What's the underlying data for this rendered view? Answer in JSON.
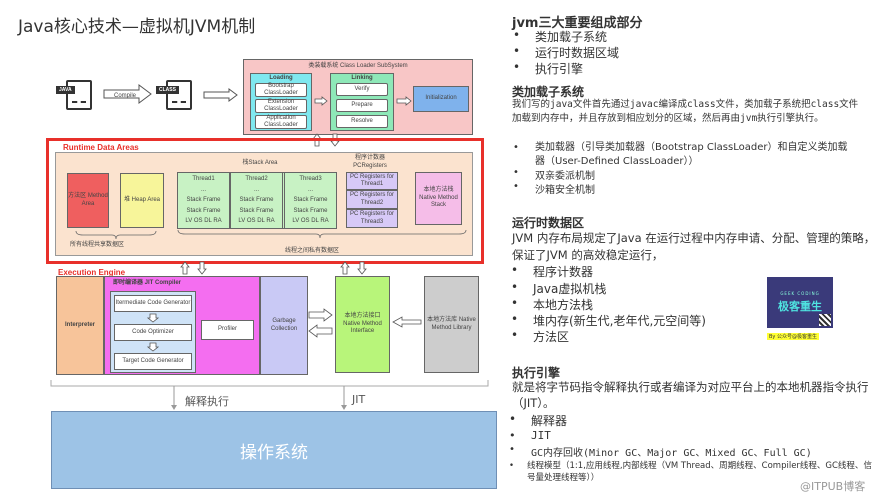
{
  "title": "Java核心技术—虚拟机JVM机制",
  "diagram": {
    "compile_flow": {
      "java_file_tag": "JAVA",
      "compile_label": "Compile",
      "class_file_tag": "CLASS"
    },
    "class_loader": {
      "title": "类装载系统 Class Loader SubSystem",
      "loading_title": "Loading",
      "loading_items": [
        "Bootstrap ClassLoader",
        "Extension ClassLoader",
        "Application ClassLoader"
      ],
      "linking_title": "Linking",
      "linking_items": [
        "Verify",
        "Prepare",
        "Resolve"
      ],
      "initialization": "Initialization"
    },
    "runtime": {
      "title": "Runtime Data Areas",
      "method_area": "方法区 Method Area",
      "heap": "堆 Heap Area",
      "shared_label": "所有线程共享数据区",
      "stack_area_title": "栈Stack Area",
      "threads": [
        {
          "name": "Thread1",
          "dots": "...",
          "frames": [
            "Stack Frame",
            "Stack Frame"
          ],
          "locals": "LV OS DL RA"
        },
        {
          "name": "Thread2",
          "dots": "...",
          "frames": [
            "Stack Frame",
            "Stack Frame"
          ],
          "locals": "LV OS DL RA"
        },
        {
          "name": "Thread3",
          "dots": "...",
          "frames": [
            "Stack Frame",
            "Stack Frame"
          ],
          "locals": "LV OS DL RA"
        }
      ],
      "pc_title": "程序计数器 PCRegisters",
      "pc_items": [
        "PC Registers for Thread1",
        "PC Registers for Thread2",
        "PC Registers for Thread3"
      ],
      "native_stack": "本地方法栈 Native Method Stack",
      "private_label": "线程之间私有数据区"
    },
    "execution": {
      "title": "Execution Engine",
      "interpreter": "Interpreter",
      "jit_title": "即时编译器 JIT Compiler",
      "jit_steps": [
        "Itermediate Code Generator",
        "Code Optimizer",
        "Target Code Generator"
      ],
      "profiler": "Profiler",
      "gc": "Garbage Collection",
      "native_interface": "本地方法接口 Native Method Interface",
      "native_library": "本地方法库 Native Method Library"
    },
    "interpret_label": "解释执行",
    "jit_label": "JIT",
    "os": "操作系统"
  },
  "notes": {
    "section1": {
      "heading": "jvm三大重要组成部分",
      "items": [
        "类加载子系统",
        "运行时数据区域",
        "执行引擎"
      ]
    },
    "section2": {
      "heading": "类加载子系统",
      "body": "我们写的java文件首先通过javac编译成class文件，类加载子系统把class文件加载到内存中，并且存放到相应划分的区域，然后再由jvm执行引擎执行。",
      "items": [
        "类加载器（引导类加载器（Bootstrap ClassLoader）和自定义类加载器（User-Defined ClassLoader））",
        "双亲委派机制",
        "沙箱安全机制"
      ]
    },
    "section3": {
      "heading": "运行时数据区",
      "body": "JVM 内存布局规定了Java 在运行过程中内存申请、分配、管理的策略，保证了JVM 的高效稳定运行，",
      "items": [
        "程序计数器",
        "Java虚拟机栈",
        "本地方法栈",
        "堆内存(新生代,老年代,元空间等)",
        "方法区"
      ]
    },
    "section4": {
      "heading": "执行引擎",
      "body": "就是将字节码指令解释执行或者编译为对应平台上的本地机器指令执行（JIT）。",
      "items": [
        "解释器",
        "JIT",
        "GC内存回收(Minor GC、Major GC、Mixed GC、Full GC)",
        "线程模型（1:1,应用线程,内部线程（VM Thread、周期线程、Compiler线程、GC线程、信号量处理线程等））"
      ]
    },
    "badge": {
      "subtitle": "GEEK CODING",
      "title": "极客重生",
      "caption": "By 公众号@极客重生"
    },
    "watermark": "@ITPUB博客"
  },
  "colors": {
    "runtime_border": "#e8302a",
    "class_loader_bg": "#f8c6c6",
    "loading_bg": "#7fe8ef",
    "linking_bg": "#8ee8b8",
    "init_bg": "#7fb2ec",
    "runtime_bg": "#fbe3cf",
    "method_area": "#ef5f5f",
    "heap": "#f7f59a",
    "stack": "#c8f2c4",
    "pc": "#d7c9f7",
    "native_stack": "#f5bde8",
    "interpreter": "#f7c49a",
    "jit": "#f46ef0",
    "jit_inner": "#cfe3f7",
    "gc": "#c9c9f5",
    "native_interface": "#b8f57a",
    "native_library": "#cdcdcd",
    "os": "#9dc3e6"
  }
}
